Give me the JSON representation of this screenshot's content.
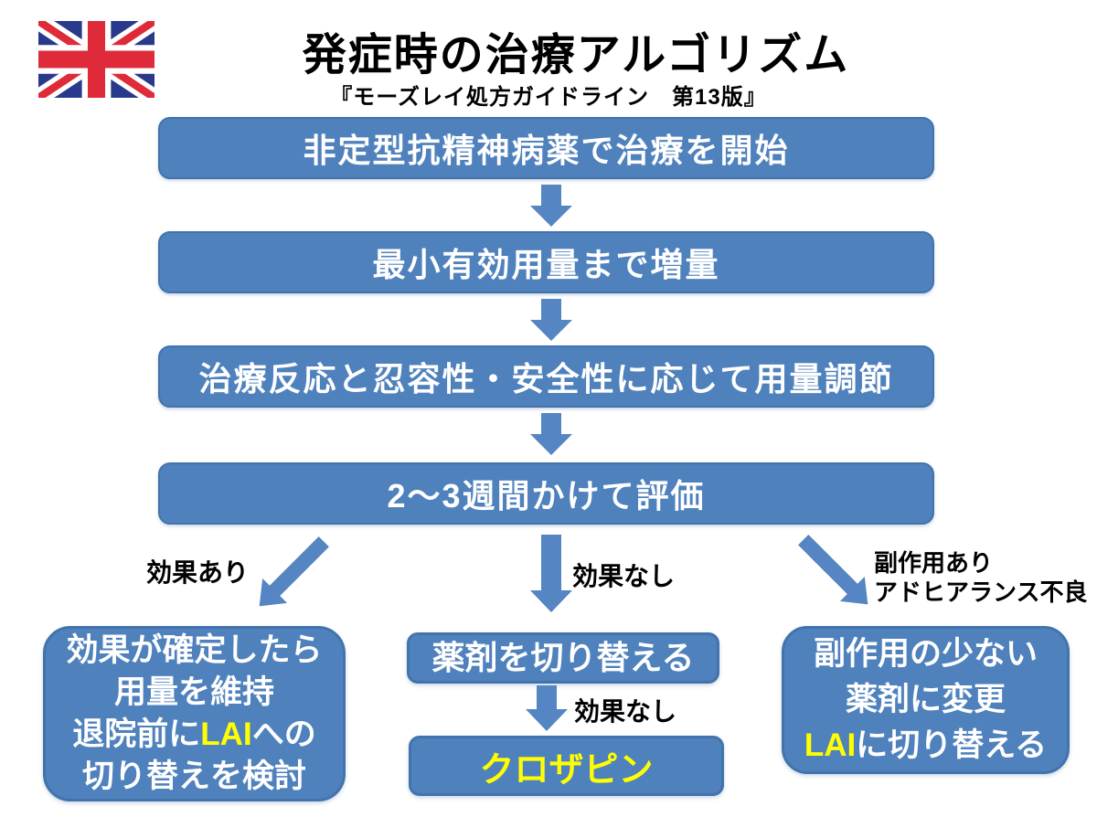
{
  "header": {
    "title": "発症時の治療アルゴリズム",
    "subtitle": "『モーズレイ処方ガイドライン　第13版』",
    "flag_icon": "uk-flag"
  },
  "colors": {
    "box_fill": "#4f81bd",
    "box_border": "#4273ad",
    "arrow_fill": "#5585c2",
    "box_text": "#ffffff",
    "highlight_yellow": "#ffff00",
    "label_text": "#000000",
    "background": "#ffffff"
  },
  "flow_steps": [
    {
      "label": "非定型抗精神病薬で治療を開始"
    },
    {
      "label": "最小有効用量まで増量"
    },
    {
      "label": "治療反応と忍容性・安全性に応じて用量調節"
    },
    {
      "label": "2～3週間かけて評価"
    }
  ],
  "branch_labels": {
    "left": "効果あり",
    "middle": "効果なし",
    "right_line1": "副作用あり",
    "right_line2": "アドヒアランス不良"
  },
  "outcomes": {
    "left_box": {
      "line1": "効果が確定したら",
      "line2": "用量を維持",
      "line3_pre": "退院前に",
      "line3_hl": "LAI",
      "line3_post": "への",
      "line4": "切り替えを検討"
    },
    "middle_switch_box": "薬剤を切り替える",
    "middle_arrow_label": "効果なし",
    "clozapine_box": "クロザピン",
    "right_box": {
      "line1": "副作用の少ない",
      "line2": "薬剤に変更",
      "line3_hl": "LAI",
      "line3_post": "に切り替える"
    }
  }
}
